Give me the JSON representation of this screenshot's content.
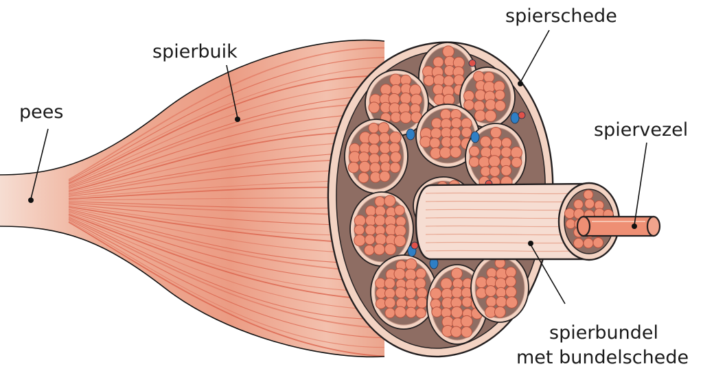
{
  "labels": {
    "tendon": "pees",
    "muscle_belly": "spierbuik",
    "epimysium": "spierschede",
    "muscle_fiber": "spiervezel",
    "fascicle_line1": "spierbundel",
    "fascicle_line2": "met bundelschede"
  },
  "colors": {
    "muscle": "#ec9a82",
    "muscle_light": "#f6c8b6",
    "muscle_stripe": "#d95d47",
    "sheath": "#f3d3c3",
    "sheath_dark": "#c99c8c",
    "fiber": "#ee8f74",
    "fiber_edge": "#b6523f",
    "interstitial": "#8e6d63",
    "tendon": "#f7eee9",
    "vessel_blue": "#2f7fc5",
    "vessel_red": "#e0524a",
    "outline": "#231f20"
  }
}
